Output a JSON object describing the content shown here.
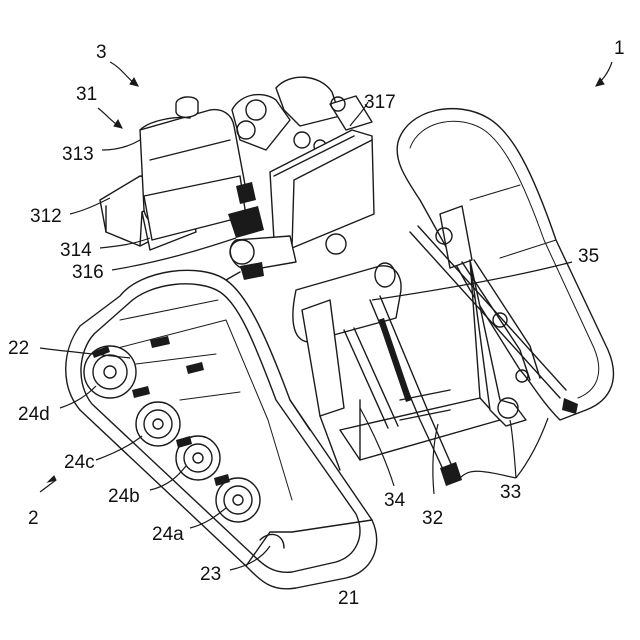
{
  "labels": {
    "r1": "1",
    "r2": "2",
    "r3": "3",
    "r31": "31",
    "r313": "313",
    "r312": "312",
    "r314": "314",
    "r316": "316",
    "r317": "317",
    "r35": "35",
    "r22": "22",
    "r24d": "24d",
    "r24c": "24c",
    "r24b": "24b",
    "r24a": "24a",
    "r23": "23",
    "r21": "21",
    "r34": "34",
    "r32": "32",
    "r33": "33"
  }
}
